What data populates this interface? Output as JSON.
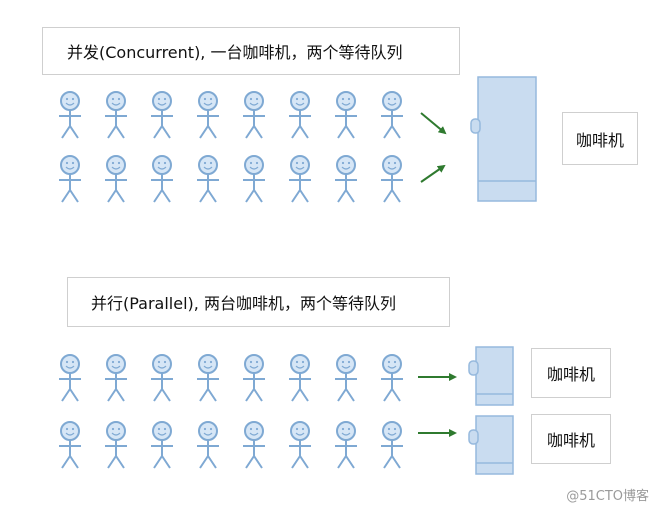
{
  "concurrent": {
    "title": "并发(Concurrent), 一台咖啡机，两个等待队列",
    "machine_label": "咖啡机",
    "queues": 2,
    "people_per_queue": 8,
    "machines": 1
  },
  "parallel": {
    "title": "并行(Parallel), 两台咖啡机，两个等待队列",
    "machine_labels": [
      "咖啡机",
      "咖啡机"
    ],
    "queues": 2,
    "people_per_queue": 8,
    "machines": 2
  },
  "colors": {
    "person_stroke": "#7fa9d3",
    "person_fill": "#d6e6f6",
    "machine_fill": "#c9dcf0",
    "machine_stroke": "#96b9dd",
    "arrow": "#2f7a2f"
  },
  "watermark": "@51CTO博客"
}
